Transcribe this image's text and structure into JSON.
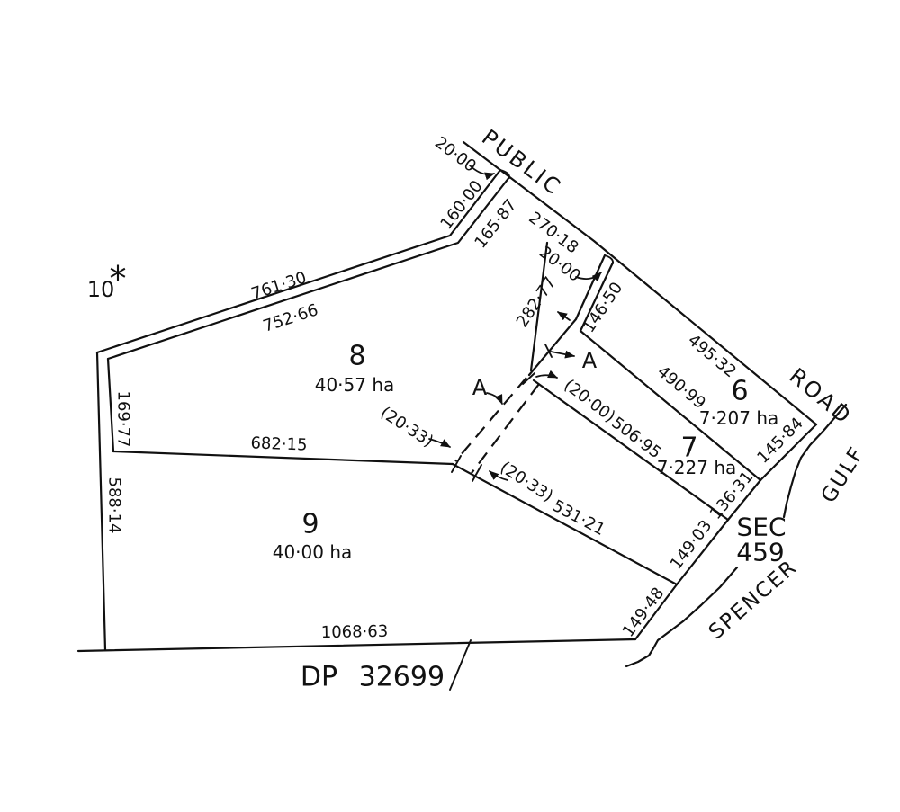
{
  "plan": {
    "ink": "#111111",
    "background": "#ffffff",
    "road_name": {
      "first": "PUBLIC",
      "second": "ROAD"
    },
    "waterbody": {
      "first": "SPENCER",
      "second": "GULF"
    },
    "section_ref": {
      "first": "SEC",
      "second": "459"
    },
    "plan_ref": "DP 32699",
    "section_marker": "A",
    "lots": [
      {
        "number": "6",
        "area": "7·207 ha"
      },
      {
        "number": "7",
        "area": "7·227 ha"
      },
      {
        "number": "8",
        "area": "40·57 ha"
      },
      {
        "number": "9",
        "area": "40·00 ha"
      },
      {
        "number": "10",
        "annotation": "*"
      }
    ],
    "dims": {
      "w20_top": "20·00",
      "w20_mid": "20·00",
      "f270": "270·18",
      "f160": "160·00",
      "f16587": "165·87",
      "f76130": "761·30",
      "f75266": "752·66",
      "s16977": "169·77",
      "s58814": "588·14",
      "b68215": "682·15",
      "b28277": "282·77",
      "b14650": "146·50",
      "f49532": "495·32",
      "b49099": "490·99",
      "b50695": "506·95",
      "p20": "(20·00)",
      "p2033_1": "(20·33)",
      "p2033_2": "(20·33)",
      "b53121": "531·21",
      "b14584": "145·84",
      "b13631": "136·31",
      "b14903": "149·03",
      "b14948": "149·48",
      "b106863": "1068·63"
    }
  }
}
